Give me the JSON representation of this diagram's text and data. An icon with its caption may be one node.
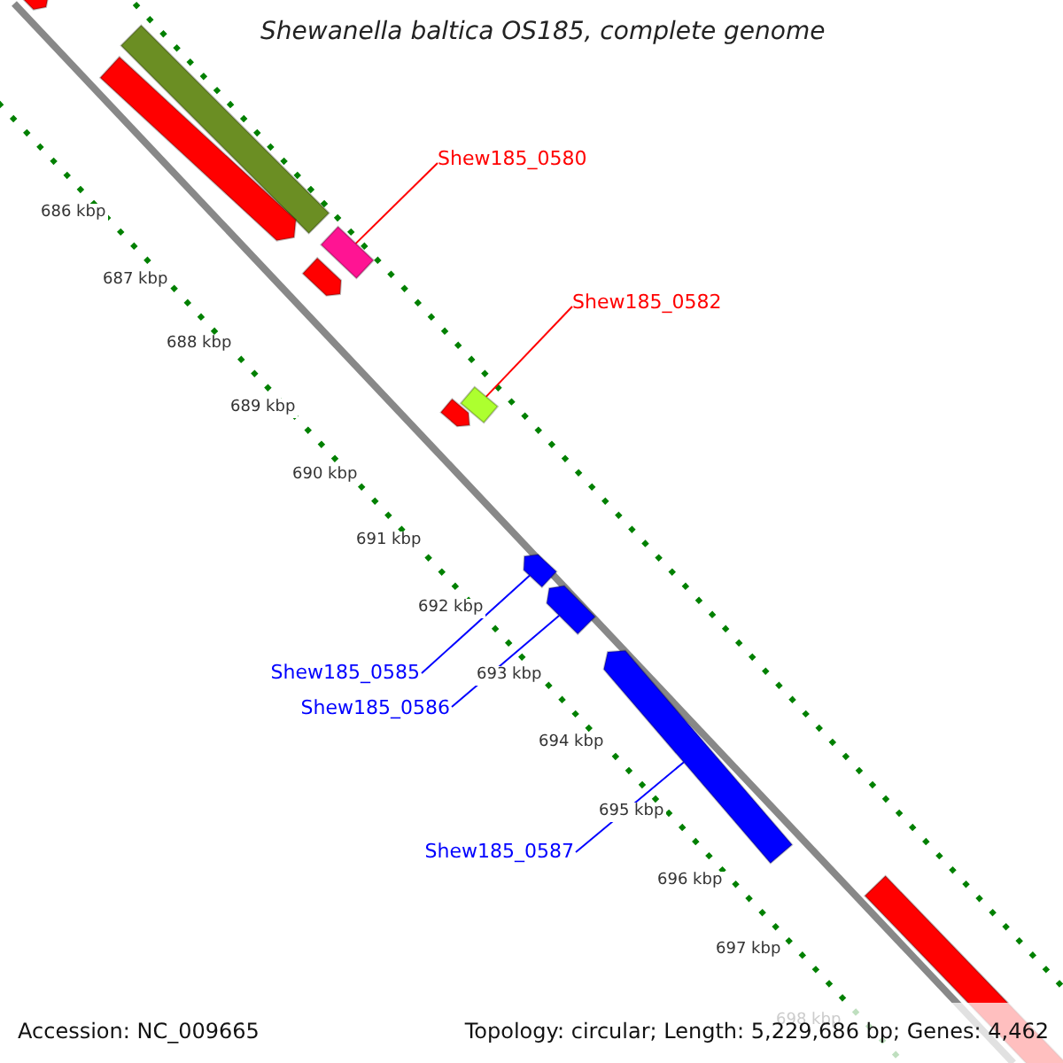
{
  "diagram": {
    "title": "Shewanella baltica OS185, complete genome",
    "nodes": [
      {
        "text": [
          "Shew185_0580"
        ]
      },
      {
        "text": [],
        "shape": "bar"
      },
      {
        "text": [
          "Shew185_0582"
        ]
      },
      {
        "text": [],
        "shape": "bar"
      },
      {
        "text": [
          "Shew185_0585"
        ]
      },
      {
        "text": [],
        "shape": "bar"
      },
      {
        "text": [
          "Shew185_0586"
        ]
      },
      {
        "text": [],
        "shape": "bar"
      },
      {
        "text": [
          "Shew185_0587"
        ]
      },
      {
        "text": [],
        "shape": "bar"
      },
      {
        "text": [],
        "shape": "bar"
      },
      {
        "text": [],
        "shape": "bar"
      },
      {
        "text": [],
        "shape": "bar"
      },
      {
        "text": [],
        "shape": "bar"
      },
      {
        "text": [],
        "shape": "bar"
      },
      {
        "text": [],
        "shape": "bar"
      }
    ],
    "edges": [
      {
        "from": 0,
        "to": 1,
        "arrow": "none",
        "color": "#ff0000"
      },
      {
        "from": 2,
        "to": 3,
        "arrow": "none",
        "color": "#ff0000"
      },
      {
        "from": 4,
        "to": 5,
        "arrow": "none",
        "color": "#0000ff"
      },
      {
        "from": 6,
        "to": 7,
        "arrow": "none",
        "color": "#0000ff"
      },
      {
        "from": 8,
        "to": 9,
        "arrow": "none",
        "color": "#0000ff"
      }
    ],
    "labels": [
      "686 kbp",
      "687 kbp",
      "688 kbp",
      "689 kbp",
      "690 kbp",
      "691 kbp",
      "692 kbp",
      "693 kbp",
      "694 kbp",
      "695 kbp",
      "696 kbp",
      "697 kbp",
      "698 kbp",
      "Accession: NC_009665",
      "Topology: circular; Length: 5,229,686 bp; Genes: 4,462"
    ]
  }
}
